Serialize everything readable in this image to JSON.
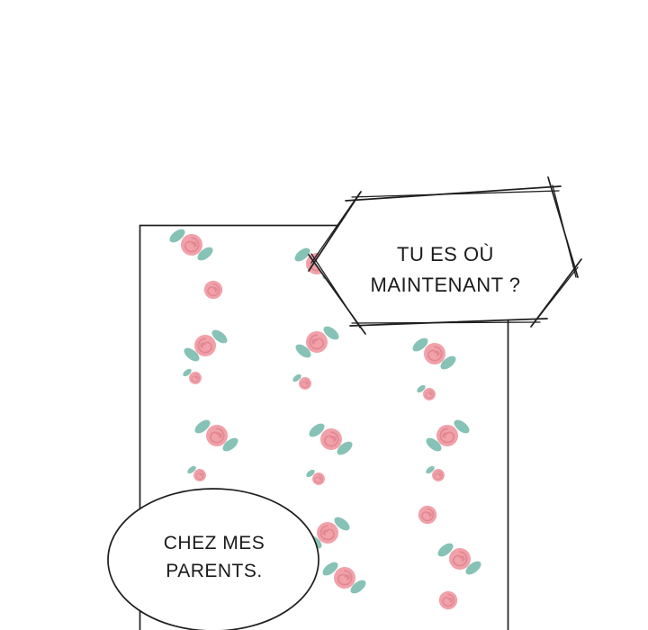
{
  "colors": {
    "background": "#ffffff",
    "outline": "#1e1e1e",
    "rose_petal": "#f1a1a9",
    "rose_swirl": "#e28791",
    "leaf": "#87c2b6",
    "text": "#1b1b1b"
  },
  "panel": {
    "description": "floral rose wallpaper panel"
  },
  "speech_bubbles": {
    "shout": {
      "shape": "spiky-hexagon",
      "lines": [
        "TU ES OÙ",
        "MAINTENANT ?"
      ]
    },
    "reply": {
      "shape": "ellipse",
      "lines": [
        "CHEZ MES",
        "PARENTS."
      ]
    }
  }
}
